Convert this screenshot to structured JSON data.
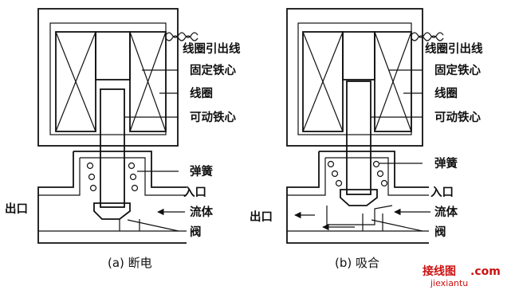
{
  "panels": [
    {
      "caption": "(a) 断电",
      "labels": {
        "lead_wire": "线圈引出线",
        "fixed_core": "固定铁心",
        "coil": "线圈",
        "movable_core": "可动铁心",
        "spring": "弹簧",
        "inlet": "入口",
        "outlet": "出口",
        "fluid": "流体",
        "valve": "阀"
      }
    },
    {
      "caption": "(b) 吸合",
      "labels": {
        "lead_wire": "线圈引出线",
        "fixed_core": "固定铁心",
        "coil": "线圈",
        "movable_core": "可动铁心",
        "spring": "弹簧",
        "inlet": "入口",
        "outlet": "出口",
        "fluid": "流体",
        "valve": "阀"
      }
    }
  ],
  "watermark": {
    "brand": "接线图",
    "domain_suffix": ".com",
    "site": "jiexiantu"
  }
}
